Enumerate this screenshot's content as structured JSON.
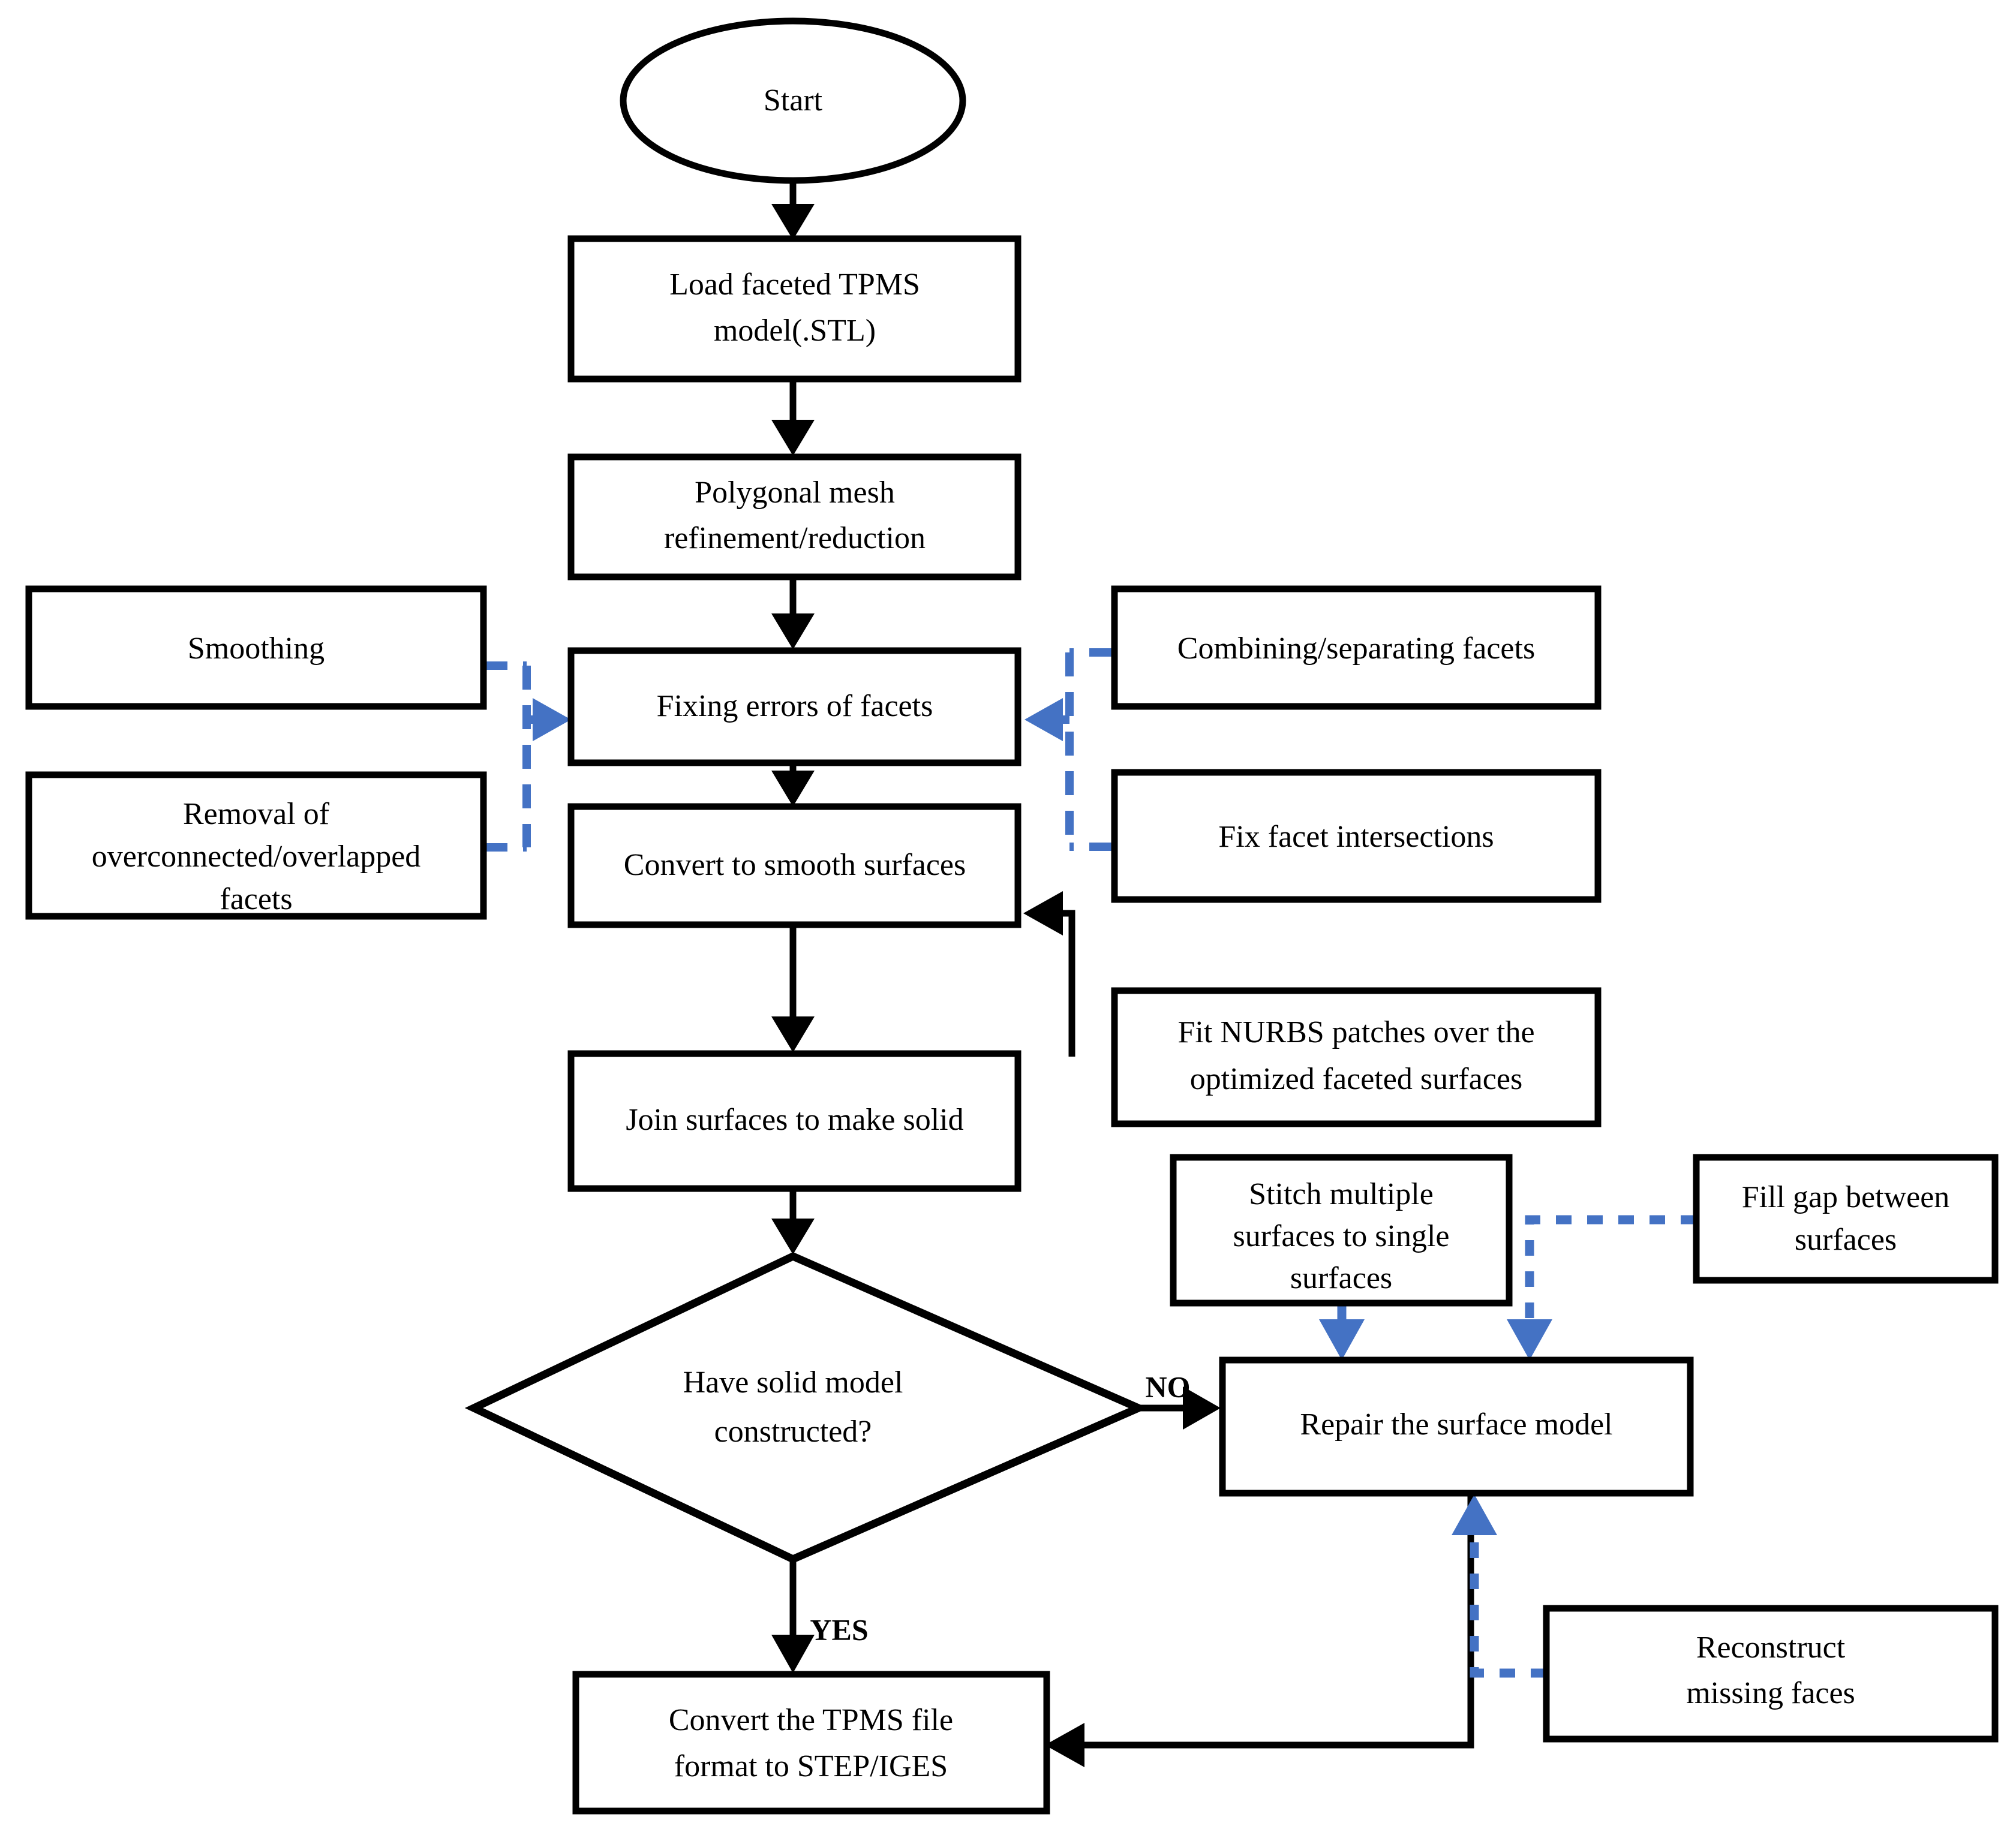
{
  "diagram": {
    "title": "TPMS faceted-to-solid CAD conversion workflow",
    "colors": {
      "stroke": "#000000",
      "fill": "#ffffff",
      "accent_blue": "#4472C4"
    },
    "nodes": {
      "start": {
        "label": "Start",
        "shape": "ellipse"
      },
      "load_model": {
        "line1": "Load faceted TPMS",
        "line2": "model(.STL)",
        "shape": "process"
      },
      "mesh_refine": {
        "line1": "Polygonal mesh",
        "line2": "refinement/reduction",
        "shape": "process"
      },
      "fixing_errors": {
        "line1": "Fixing errors of facets",
        "shape": "process"
      },
      "convert_smooth": {
        "line1": "Convert to smooth surfaces",
        "shape": "process"
      },
      "join_surfaces": {
        "line1": "Join surfaces to make solid",
        "shape": "process"
      },
      "decision": {
        "line1": "Have solid model",
        "line2": "constructed?",
        "shape": "decision"
      },
      "convert_file": {
        "line1": "Convert the TPMS file",
        "line2": "format to STEP/IGES",
        "shape": "process"
      },
      "smoothing": {
        "line1": "Smoothing",
        "shape": "process"
      },
      "removal": {
        "line1": "Removal of",
        "line2": "overconnected/overlapped",
        "line3": "facets",
        "shape": "process"
      },
      "combining": {
        "line1": "Combining/separating facets",
        "shape": "process"
      },
      "fix_intersections": {
        "line1": "Fix facet intersections",
        "shape": "process"
      },
      "nurbs": {
        "line1": "Fit NURBS patches over the",
        "line2": "optimized faceted surfaces",
        "shape": "process"
      },
      "stitch": {
        "line1": "Stitch multiple",
        "line2": "surfaces to single",
        "line3": "surfaces",
        "shape": "process"
      },
      "fill_gap": {
        "line1": "Fill gap between",
        "line2": "surfaces",
        "shape": "process"
      },
      "repair": {
        "line1": "Repair the surface model",
        "shape": "process"
      },
      "reconstruct": {
        "line1": "Reconstruct",
        "line2": "missing faces",
        "shape": "process"
      }
    },
    "edge_labels": {
      "no": "NO",
      "yes": "YES"
    }
  }
}
